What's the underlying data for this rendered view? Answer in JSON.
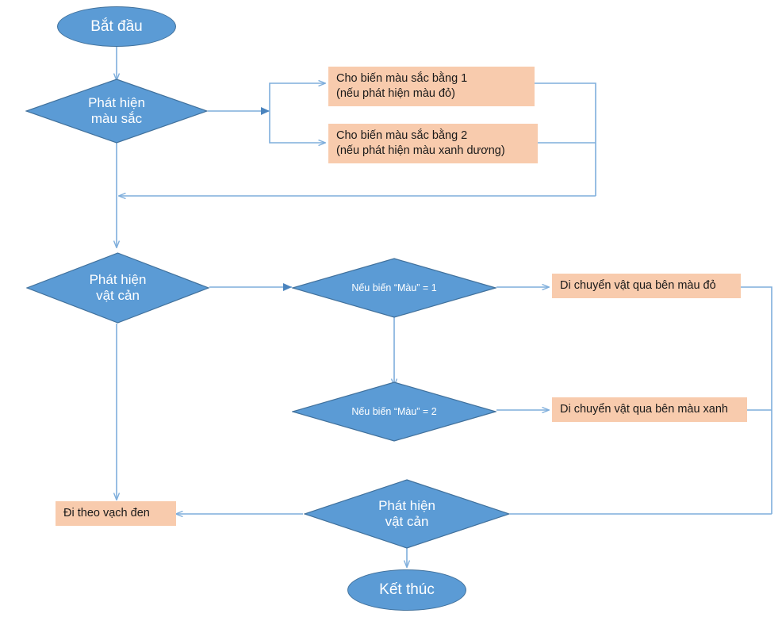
{
  "diagram": {
    "title": "Flowchart - Line follower robot with color detection",
    "colors": {
      "decision_fill": "#5B9BD5",
      "decision_stroke": "#41719C",
      "terminator_fill": "#5B9BD5",
      "process_fill": "#F8CBAD",
      "connector": "#7EAEDC",
      "text_on_blue": "#FFFFFF",
      "text_on_peach": "#1A1A1A"
    },
    "nodes": {
      "start": {
        "type": "terminator",
        "label": "Bắt đầu"
      },
      "detect_color": {
        "type": "decision",
        "label": "Phát hiện\nmàu sắc",
        "line1": "Phát hiện",
        "line2": "màu sắc"
      },
      "set_color_1": {
        "type": "process",
        "line1": "Cho biến màu sắc bằng 1",
        "line2": "(nếu phát hiện màu đỏ)"
      },
      "set_color_2": {
        "type": "process",
        "line1": "Cho biến màu sắc bằng 2",
        "line2": "(nếu phát hiện màu xanh dương)"
      },
      "detect_obstacle_1": {
        "type": "decision",
        "line1": "Phát hiện",
        "line2": "vật cản"
      },
      "if_color_1": {
        "type": "decision",
        "label": "Nếu biến “Màu” = 1"
      },
      "if_color_2": {
        "type": "decision",
        "label": "Nếu biến “Màu” = 2"
      },
      "move_red": {
        "type": "process",
        "label": "Di chuyển vật qua bên màu đỏ"
      },
      "move_blue": {
        "type": "process",
        "label": "Di chuyển vật qua bên màu xanh"
      },
      "follow_line": {
        "type": "process",
        "label": "Đi theo vạch đen"
      },
      "detect_obstacle_2": {
        "type": "decision",
        "line1": "Phát hiện",
        "line2": "vật cản"
      },
      "end": {
        "type": "terminator",
        "label": "Kết thúc"
      }
    }
  }
}
